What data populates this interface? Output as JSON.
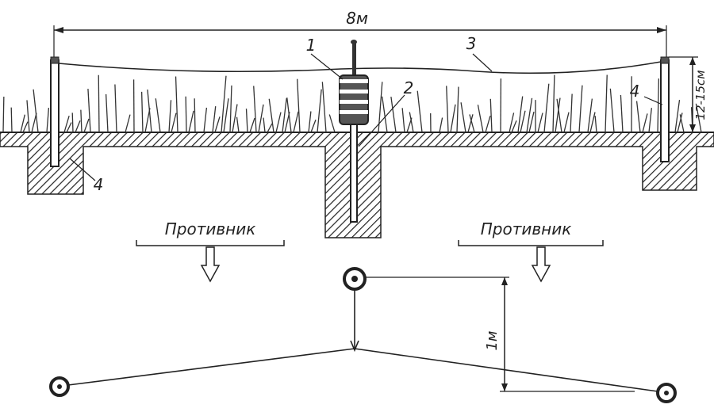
{
  "labels": {
    "width_dim": "8м",
    "height_dim": "12-15см",
    "spacing_dim": "1м",
    "enemy_left": "Противник",
    "enemy_right": "Противник",
    "mine_num": "1",
    "fuse_num": "2",
    "wire_num": "3",
    "stake_left_num": "4",
    "stake_right_num": "4"
  },
  "colors": {
    "ink": "#222222",
    "background": "#ffffff"
  }
}
